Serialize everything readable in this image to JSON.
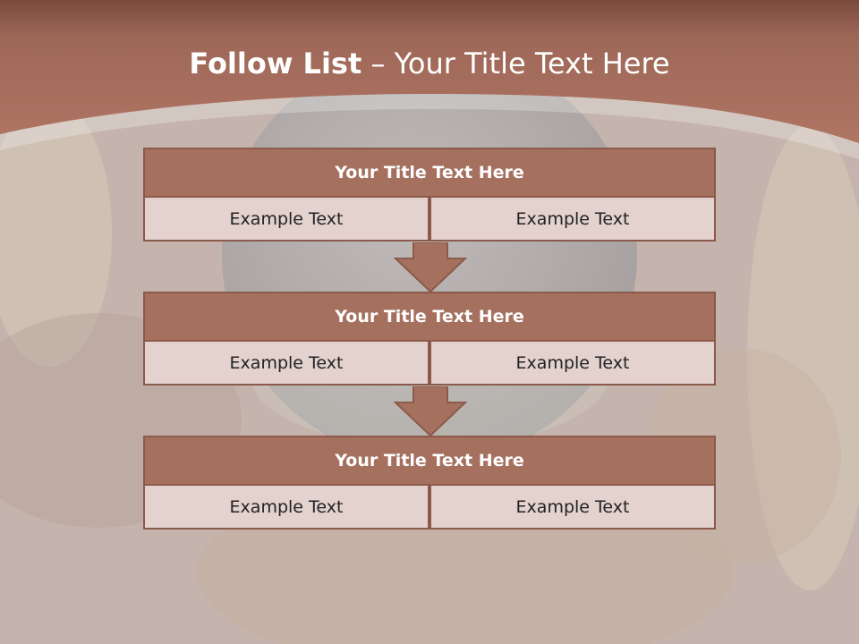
{
  "slide": {
    "title_bold": "Follow List",
    "title_rest": " – Your Title Text Here",
    "colors": {
      "banner": "#a46a5a",
      "header_fill": "#a6705f",
      "cell_fill": "#e3d2ce",
      "border": "#8c5a4a"
    }
  },
  "steps": [
    {
      "title": "Your Title Text Here",
      "left": "Example Text",
      "right": "Example Text"
    },
    {
      "title": "Your Title Text Here",
      "left": "Example Text",
      "right": "Example Text"
    },
    {
      "title": "Your Title Text Here",
      "left": "Example Text",
      "right": "Example Text"
    }
  ]
}
